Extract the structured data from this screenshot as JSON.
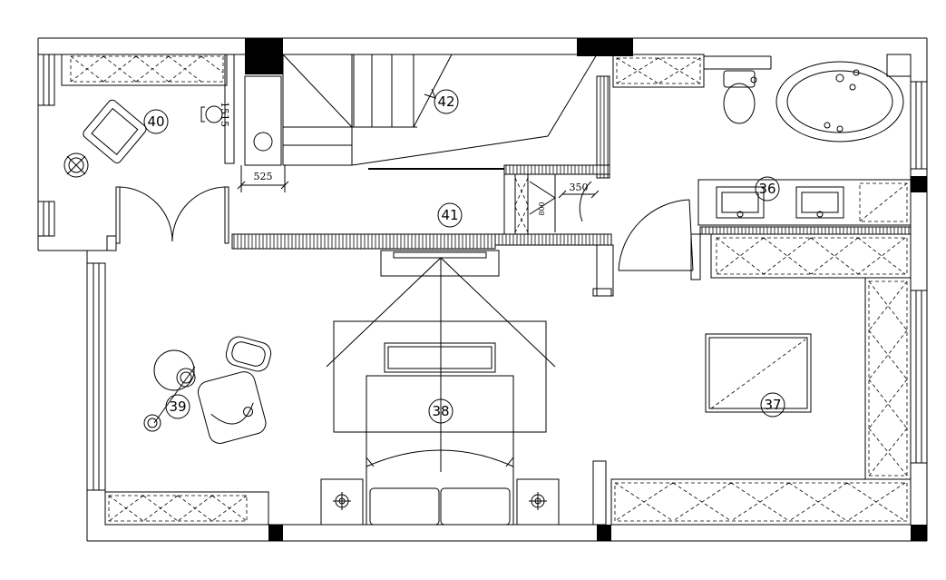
{
  "rooms": [
    {
      "id": "36",
      "label": "36"
    },
    {
      "id": "37",
      "label": "37"
    },
    {
      "id": "38",
      "label": "38"
    },
    {
      "id": "39",
      "label": "39"
    },
    {
      "id": "40",
      "label": "40"
    },
    {
      "id": "41",
      "label": "41"
    },
    {
      "id": "42",
      "label": "42"
    }
  ],
  "dimensions": {
    "d525": "525",
    "d1515": "1515",
    "d350": "350",
    "d800": "800"
  }
}
